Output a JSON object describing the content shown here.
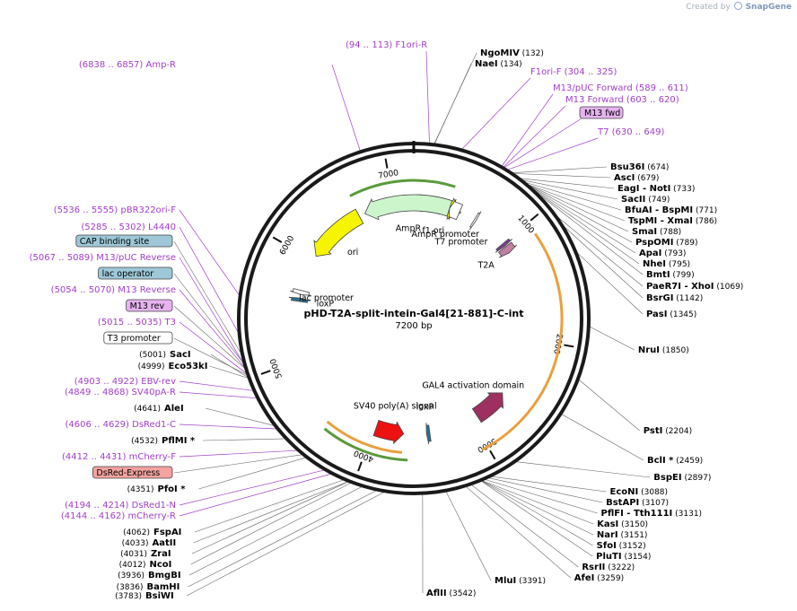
{
  "credit": {
    "prefix": "Created by",
    "brand": "SnapGene"
  },
  "plasmid": {
    "name": "pHD-T2A-split-intein-Gal4[21-881]-C-int",
    "length_label": "7200 bp",
    "total_bp": 7200
  },
  "ticks": [
    {
      "bp": 1000,
      "label": "1000"
    },
    {
      "bp": 2000,
      "label": "2000"
    },
    {
      "bp": 3000,
      "label": "3000"
    },
    {
      "bp": 4000,
      "label": "4000"
    },
    {
      "bp": 5000,
      "label": "5000"
    },
    {
      "bp": 6000,
      "label": "6000"
    },
    {
      "bp": 7000,
      "label": "7000"
    }
  ],
  "features": [
    {
      "name": "f1 ori",
      "start": 24,
      "end": 479,
      "strand": 1,
      "color": "#f5f500",
      "label": "f1 ori"
    },
    {
      "name": "T2A",
      "start": 1040,
      "end": 1110,
      "strand": 1,
      "color": "#c080a0",
      "label": "T2A"
    },
    {
      "name": "T7 promoter",
      "start": 630,
      "end": 649,
      "strand": 1,
      "color": "#ffffff",
      "label": "T7 promoter"
    },
    {
      "name": "split intein",
      "start": 1000,
      "end": 1030,
      "strand": 1,
      "color": "#7a3f8f",
      "label": ""
    },
    {
      "name": "GAL4 activation domain",
      "start": 2600,
      "end": 2940,
      "strand": -1,
      "color": "#9c3060",
      "label": "GAL4 activation domain"
    },
    {
      "name": "loxP",
      "start": 3440,
      "end": 3474,
      "strand": 1,
      "color": "#2a7090",
      "label": "loxP"
    },
    {
      "name": "SV40 poly(A) signal",
      "start": 3700,
      "end": 3980,
      "strand": -1,
      "color": "#ee1111",
      "label": "SV40 poly(A) signal"
    },
    {
      "name": "loxP2",
      "start": 5570,
      "end": 5604,
      "strand": 1,
      "color": "#2a7090",
      "label": "loxP"
    },
    {
      "name": "lac promoter",
      "start": 5640,
      "end": 5680,
      "strand": -1,
      "color": "#ffffff",
      "label": "lac promoter"
    },
    {
      "name": "ori",
      "start": 6050,
      "end": 6640,
      "strand": -1,
      "color": "#f5f500",
      "label": "ori"
    },
    {
      "name": "AmpR",
      "start": 6700,
      "end": 7560,
      "strand": -1,
      "color": "#ccf5cc",
      "label": "AmpR"
    },
    {
      "name": "AmpR promoter",
      "start": 7560,
      "end": 7665,
      "strand": -1,
      "color": "#ffffff",
      "label": "AmpR promoter"
    }
  ],
  "labels": {
    "left": [
      {
        "text": "(6838 .. 6857)  Amp-R",
        "kind": "primer",
        "bp": 6846
      },
      {
        "text": "(5536 .. 5555)  pBR322ori-F",
        "kind": "primer",
        "bp": 5545
      },
      {
        "text": "(5285 .. 5302)  L4440",
        "kind": "primer",
        "bp": 5293
      },
      {
        "text": "CAP binding site",
        "kind": "box-cap",
        "bp": 5150
      },
      {
        "text": "(5067 .. 5089)  M13/pUC Reverse",
        "kind": "primer",
        "bp": 5078
      },
      {
        "text": "lac operator",
        "kind": "box-cap",
        "bp": 5090
      },
      {
        "text": "(5054 .. 5070)  M13 Reverse",
        "kind": "primer",
        "bp": 5062
      },
      {
        "text": "M13 rev",
        "kind": "box-m13",
        "bp": 5060
      },
      {
        "text": "(5015 .. 5035)  T3",
        "kind": "primer",
        "bp": 5025
      },
      {
        "text": "T3 promoter",
        "kind": "box-plain",
        "bp": 5020
      },
      {
        "text": "(5001)",
        "kind": "site-pos",
        "name": "SacI",
        "bp": 5001
      },
      {
        "text": "(4999)",
        "kind": "site-pos",
        "name": "Eco53kI",
        "bp": 4999
      },
      {
        "text": "(4903 .. 4922)  EBV-rev",
        "kind": "primer",
        "bp": 4912
      },
      {
        "text": "(4849 .. 4868)  SV40pA-R",
        "kind": "primer",
        "bp": 4858
      },
      {
        "text": "(4641)",
        "kind": "site-pos",
        "name": "AleI",
        "bp": 4641
      },
      {
        "text": "(4606 .. 4629)  DsRed1-C",
        "kind": "primer",
        "bp": 4617
      },
      {
        "text": "(4532)",
        "kind": "site-pos",
        "name": "PflMI *",
        "bp": 4532
      },
      {
        "text": "(4412 .. 4431)  mCherry-F",
        "kind": "primer",
        "bp": 4421
      },
      {
        "text": "DsRed-Express",
        "kind": "box-dsred",
        "bp": 4380
      },
      {
        "text": "(4351)",
        "kind": "site-pos",
        "name": "PfoI *",
        "bp": 4351
      },
      {
        "text": "(4194 .. 4214)  DsRed1-N",
        "kind": "primer",
        "bp": 4204
      },
      {
        "text": "(4144 .. 4162)  mCherry-R",
        "kind": "primer",
        "bp": 4153
      },
      {
        "text": "(4062)",
        "kind": "site-pos",
        "name": "FspAI",
        "bp": 4062
      },
      {
        "text": "(4033)",
        "kind": "site-pos",
        "name": "AatII",
        "bp": 4033
      },
      {
        "text": "(4031)",
        "kind": "site-pos",
        "name": "ZraI",
        "bp": 4031
      },
      {
        "text": "(4012)",
        "kind": "site-pos",
        "name": "NcoI",
        "bp": 4012
      },
      {
        "text": "(3936)",
        "kind": "site-pos",
        "name": "BmgBI",
        "bp": 3936
      },
      {
        "text": "(3836)",
        "kind": "site-pos",
        "name": "BamHI",
        "bp": 3836
      },
      {
        "text": "(3783)",
        "kind": "site-pos",
        "name": "BsiWI",
        "bp": 3783
      }
    ],
    "right": [
      {
        "name": "NgoMIV",
        "pos": "(132)",
        "bp": 132
      },
      {
        "name": "NaeI",
        "pos": "(134)",
        "bp": 134
      },
      {
        "name": "Bsu36I",
        "pos": "(674)",
        "bp": 674
      },
      {
        "name": "AscI",
        "pos": "(679)",
        "bp": 679
      },
      {
        "name": "EagI  -  NotI",
        "pos": "(733)",
        "bp": 733
      },
      {
        "name": "SacII",
        "pos": "(749)",
        "bp": 749
      },
      {
        "name": "BfuAI  -  BspMI",
        "pos": "(771)",
        "bp": 771
      },
      {
        "name": "TspMI  -  XmaI",
        "pos": "(786)",
        "bp": 786
      },
      {
        "name": "SmaI",
        "pos": "(788)",
        "bp": 788
      },
      {
        "name": "PspOMI",
        "pos": "(789)",
        "bp": 789
      },
      {
        "name": "ApaI",
        "pos": "(793)",
        "bp": 793
      },
      {
        "name": "NheI",
        "pos": "(795)",
        "bp": 795
      },
      {
        "name": "BmtI",
        "pos": "(799)",
        "bp": 799
      },
      {
        "name": "PaeR7I  -  XhoI",
        "pos": "(1069)",
        "bp": 1069
      },
      {
        "name": "BsrGI",
        "pos": "(1142)",
        "bp": 1142
      },
      {
        "name": "PasI",
        "pos": "(1345)",
        "bp": 1345
      },
      {
        "name": "NruI",
        "pos": "(1850)",
        "bp": 1850
      },
      {
        "name": "PstI",
        "pos": "(2204)",
        "bp": 2204
      },
      {
        "name": "BclI *",
        "pos": "(2459)",
        "bp": 2459
      },
      {
        "name": "BspEI",
        "pos": "(2897)",
        "bp": 2897
      },
      {
        "name": "EcoNI",
        "pos": "(3088)",
        "bp": 3088
      },
      {
        "name": "BstAPI",
        "pos": "(3107)",
        "bp": 3107
      },
      {
        "name": "PflFI  -  Tth111I",
        "pos": "(3131)",
        "bp": 3131
      },
      {
        "name": "KasI",
        "pos": "(3150)",
        "bp": 3150
      },
      {
        "name": "NarI",
        "pos": "(3151)",
        "bp": 3151
      },
      {
        "name": "SfoI",
        "pos": "(3152)",
        "bp": 3152
      },
      {
        "name": "PluTI",
        "pos": "(3154)",
        "bp": 3154
      },
      {
        "name": "RsrII",
        "pos": "(3222)",
        "bp": 3222
      },
      {
        "name": "AfeI",
        "pos": "(3259)",
        "bp": 3259
      },
      {
        "name": "MluI",
        "pos": "(3391)",
        "bp": 3391
      },
      {
        "name": "AflII",
        "pos": "(3542)",
        "bp": 3542
      }
    ],
    "top_primers": [
      {
        "text": "(94 .. 113)  F1ori-R",
        "bp": 103
      },
      {
        "text": "F1ori-F  (304 .. 325)",
        "bp": 314
      },
      {
        "text": "M13/pUC Forward  (589 .. 611)",
        "bp": 600
      },
      {
        "text": "M13 Forward  (603 .. 620)",
        "bp": 611
      },
      {
        "text": "M13 fwd",
        "bp": 615
      },
      {
        "text": "T7  (630 .. 649)",
        "bp": 639
      }
    ]
  },
  "colors": {
    "primer": "#a040c8",
    "site": "#000000",
    "box_m13": "#e6b3f0",
    "box_cap": "#9ec8d8",
    "box_dsred": "#f4a3a0"
  }
}
